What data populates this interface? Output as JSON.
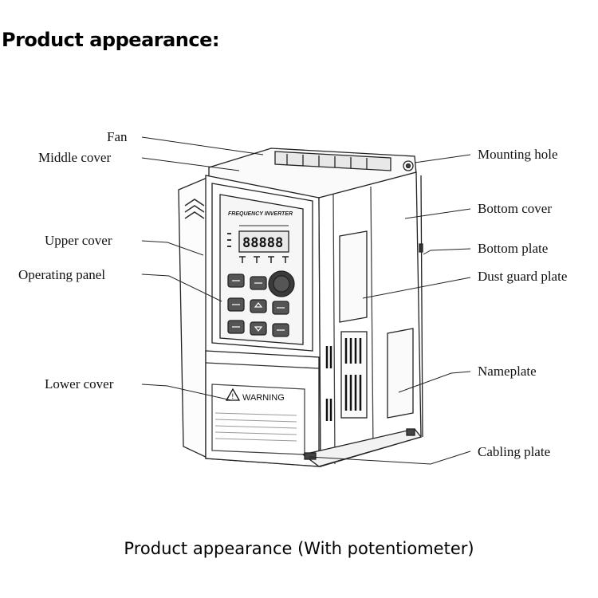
{
  "heading": "Product appearance:",
  "caption": "Product appearance (With potentiometer)",
  "labels_left": {
    "fan": "Fan",
    "middle_cover": "Middle cover",
    "upper_cover": "Upper cover",
    "operating_panel": "Operating panel",
    "lower_cover": "Lower cover"
  },
  "labels_right": {
    "mounting_hole": "Mounting hole",
    "bottom_cover": "Bottom cover",
    "bottom_plate": "Bottom plate",
    "dust_guard_plate": "Dust guard plate",
    "nameplate": "Nameplate",
    "cabling_plate": "Cabling plate"
  },
  "device": {
    "panel_title": "FREQUENCY INVERTER",
    "display": "88888",
    "warning": "WARNING"
  }
}
